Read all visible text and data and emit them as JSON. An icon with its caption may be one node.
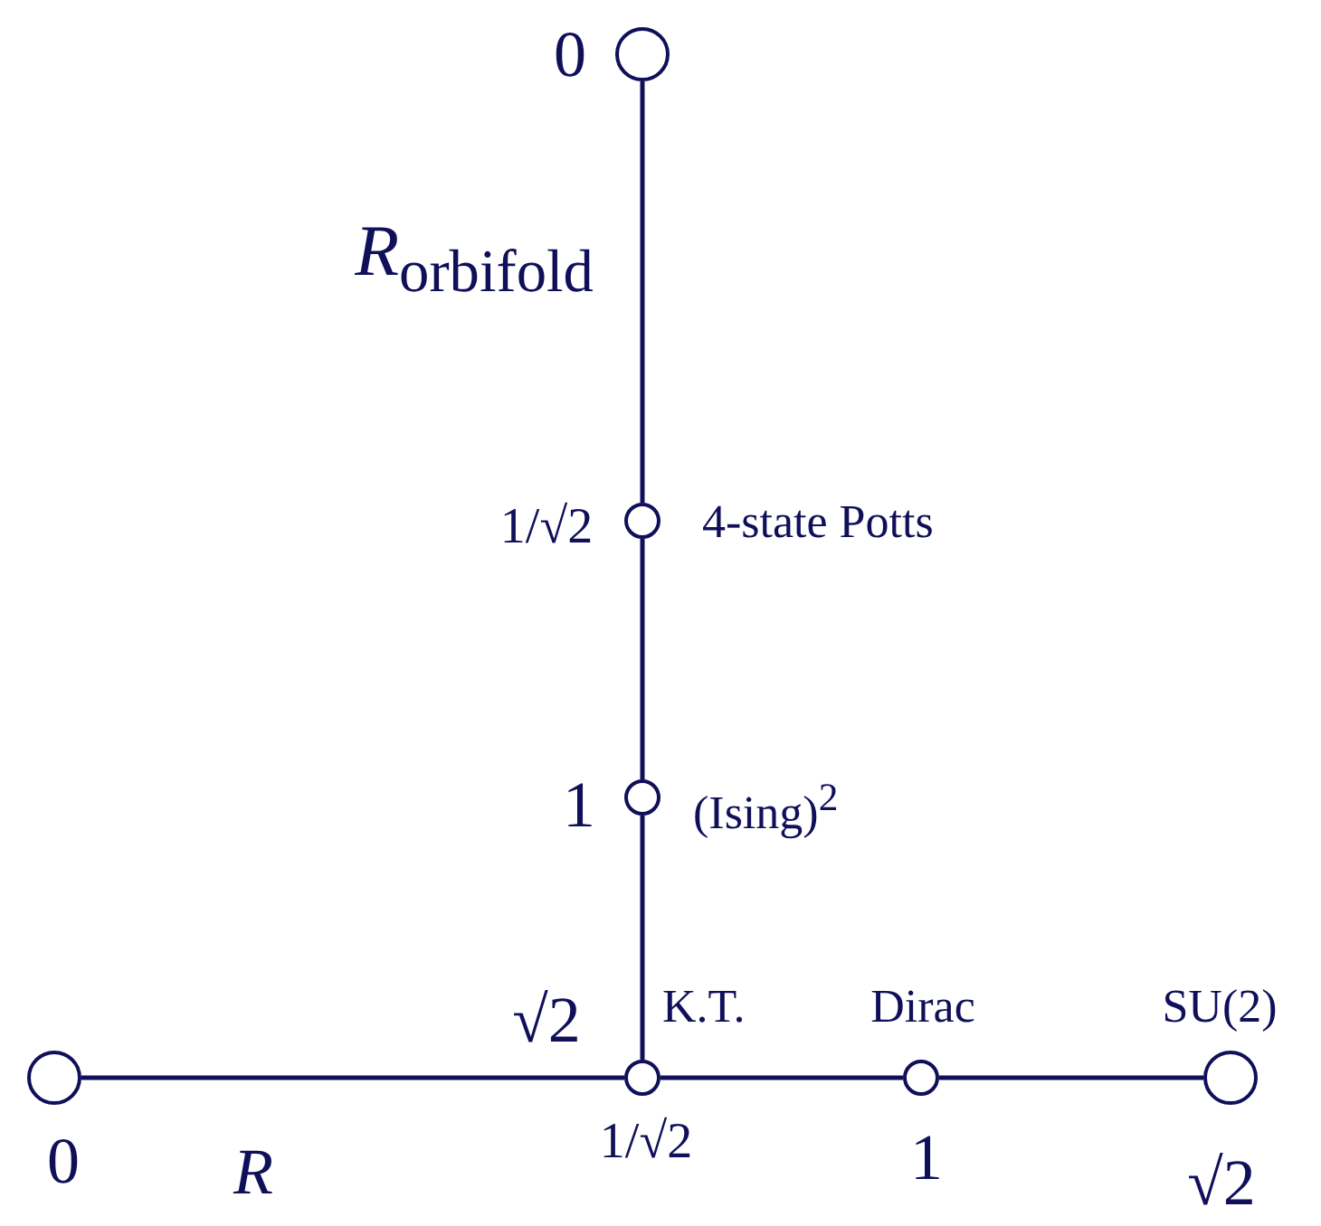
{
  "diagram": {
    "nodes": [
      {
        "text": [],
        "shape": "circle",
        "beside": [
          "0"
        ]
      },
      {
        "text": [],
        "shape": "circle",
        "beside": [
          "1/√2",
          "4-state Potts"
        ]
      },
      {
        "text": [],
        "shape": "circle",
        "beside": [
          "1",
          "(Ising)$^{2}$"
        ]
      },
      {
        "text": [],
        "shape": "circle",
        "beside": [
          "0"
        ]
      },
      {
        "text": [],
        "shape": "circle",
        "beside": [
          "√2",
          "K.T.",
          "1/√2"
        ]
      },
      {
        "text": [],
        "shape": "circle",
        "beside": [
          "Dirac",
          "1"
        ]
      },
      {
        "text": [],
        "shape": "circle",
        "beside": [
          "SU(2)",
          "√2"
        ]
      }
    ],
    "edges": [
      {
        "from": 0,
        "to": 1,
        "arrow": "none"
      },
      {
        "from": 1,
        "to": 2,
        "arrow": "none"
      },
      {
        "from": 2,
        "to": 4,
        "arrow": "none"
      },
      {
        "from": 3,
        "to": 4,
        "arrow": "none"
      },
      {
        "from": 4,
        "to": 5,
        "arrow": "none"
      },
      {
        "from": 5,
        "to": 6,
        "arrow": "none"
      }
    ],
    "labels": [
      "*R*$_{orbifold}$",
      "*R*"
    ]
  }
}
